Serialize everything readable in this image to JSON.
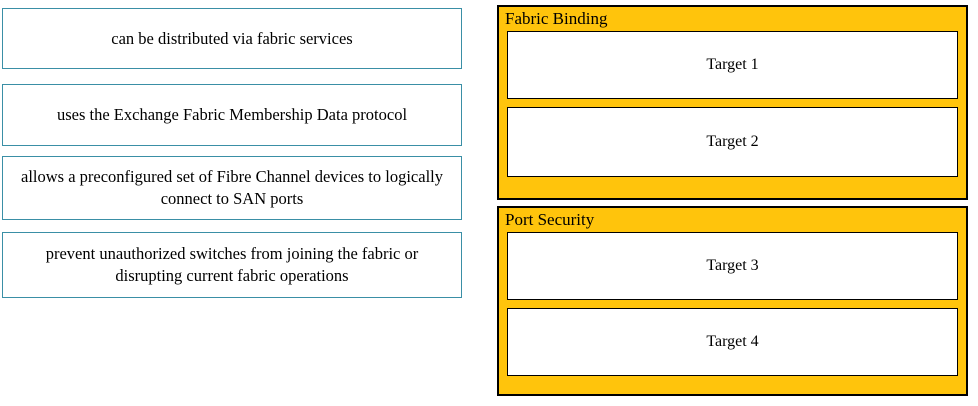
{
  "colors": {
    "panel_background": "#FFC40C",
    "panel_border": "#000000",
    "source_border": "#3A8FA6",
    "target_background": "#FFFFFF",
    "text": "#000000",
    "page_background": "#FFFFFF"
  },
  "source_list": {
    "items": [
      {
        "id": "src-0",
        "text": "can be distributed via fabric services"
      },
      {
        "id": "src-1",
        "text": "uses the Exchange Fabric Membership Data protocol"
      },
      {
        "id": "src-2",
        "text": "allows a preconfigured set of Fibre Channel devices to logically connect to SAN ports"
      },
      {
        "id": "src-3",
        "text": "prevent unauthorized switches from joining the fabric or disrupting current fabric operations"
      }
    ]
  },
  "target_panels": [
    {
      "id": "panel-0",
      "title": "Fabric Binding",
      "targets": [
        {
          "id": "target-1",
          "label": "Target 1"
        },
        {
          "id": "target-2",
          "label": "Target 2"
        }
      ]
    },
    {
      "id": "panel-1",
      "title": "Port Security",
      "targets": [
        {
          "id": "target-3",
          "label": "Target 3"
        },
        {
          "id": "target-4",
          "label": "Target 4"
        }
      ]
    }
  ]
}
